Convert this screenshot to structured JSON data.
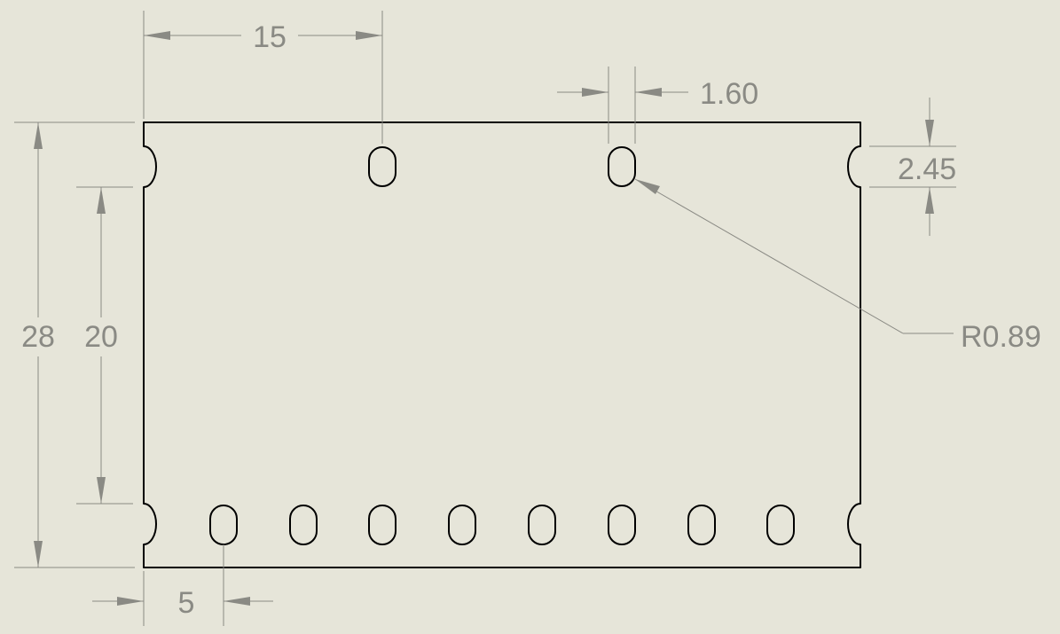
{
  "drawing": {
    "background": "#e6e5d9",
    "line_color": "#000000",
    "dimension_color": "#8a8a84",
    "dimensions": {
      "top_spacing": "15",
      "slot_width": "1.60",
      "notch_height": "2.45",
      "overall_height": "28",
      "inner_height": "20",
      "edge_offset": "5",
      "slot_radius": "R0.89"
    }
  }
}
